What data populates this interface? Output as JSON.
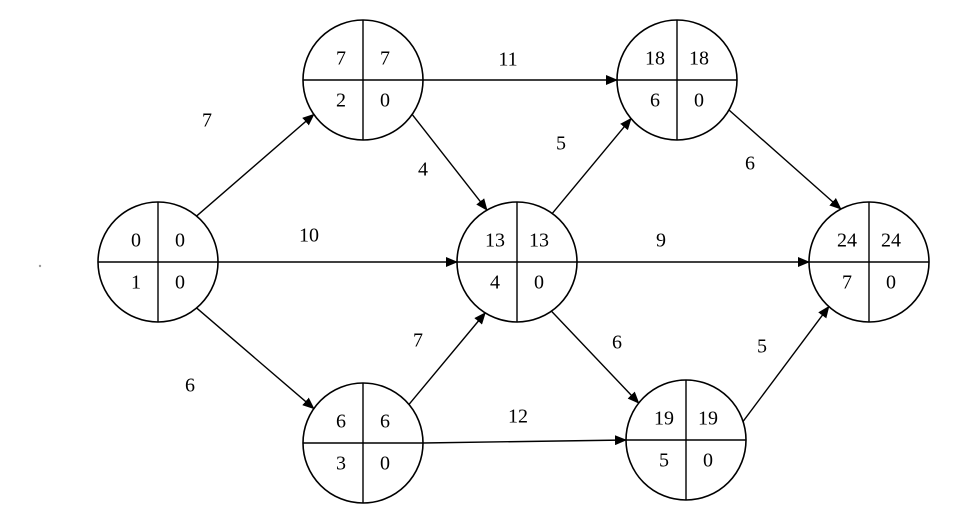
{
  "nodes": [
    {
      "id": "n1",
      "es": "0",
      "ls": "0",
      "num": "1",
      "slack": "0"
    },
    {
      "id": "n2",
      "es": "7",
      "ls": "7",
      "num": "2",
      "slack": "0"
    },
    {
      "id": "n3",
      "es": "6",
      "ls": "6",
      "num": "3",
      "slack": "0"
    },
    {
      "id": "n4",
      "es": "13",
      "ls": "13",
      "num": "4",
      "slack": "0"
    },
    {
      "id": "n5",
      "es": "19",
      "ls": "19",
      "num": "5",
      "slack": "0"
    },
    {
      "id": "n6",
      "es": "18",
      "ls": "18",
      "num": "6",
      "slack": "0"
    },
    {
      "id": "n7",
      "es": "24",
      "ls": "24",
      "num": "7",
      "slack": "0"
    }
  ],
  "edges": [
    {
      "id": "e12",
      "from": "n1",
      "to": "n2",
      "label": "7"
    },
    {
      "id": "e14",
      "from": "n1",
      "to": "n4",
      "label": "10"
    },
    {
      "id": "e13",
      "from": "n1",
      "to": "n3",
      "label": "6"
    },
    {
      "id": "e26",
      "from": "n2",
      "to": "n6",
      "label": "11"
    },
    {
      "id": "e24",
      "from": "n2",
      "to": "n4",
      "label": "4"
    },
    {
      "id": "e34",
      "from": "n3",
      "to": "n4",
      "label": "7"
    },
    {
      "id": "e35",
      "from": "n3",
      "to": "n5",
      "label": "12"
    },
    {
      "id": "e46",
      "from": "n4",
      "to": "n6",
      "label": "5"
    },
    {
      "id": "e47",
      "from": "n4",
      "to": "n7",
      "label": "9"
    },
    {
      "id": "e45",
      "from": "n4",
      "to": "n5",
      "label": "6"
    },
    {
      "id": "e67",
      "from": "n6",
      "to": "n7",
      "label": "6"
    },
    {
      "id": "e57",
      "from": "n5",
      "to": "n7",
      "label": "5"
    }
  ]
}
